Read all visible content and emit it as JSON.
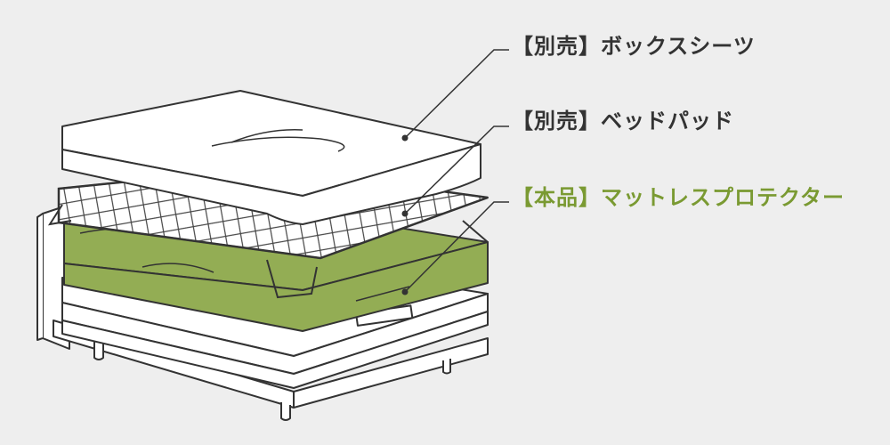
{
  "labels": {
    "box_sheet": "【別売】ボックスシーツ",
    "bed_pad": "【別売】ベッドパッド",
    "protector": "【本品】マットレスプロテクター"
  },
  "colors": {
    "background": "#eeeeee",
    "line": "#333333",
    "protector_fill": "#93ad54",
    "protector_label": "#7a9a32",
    "sheet_fill": "#ffffff"
  }
}
